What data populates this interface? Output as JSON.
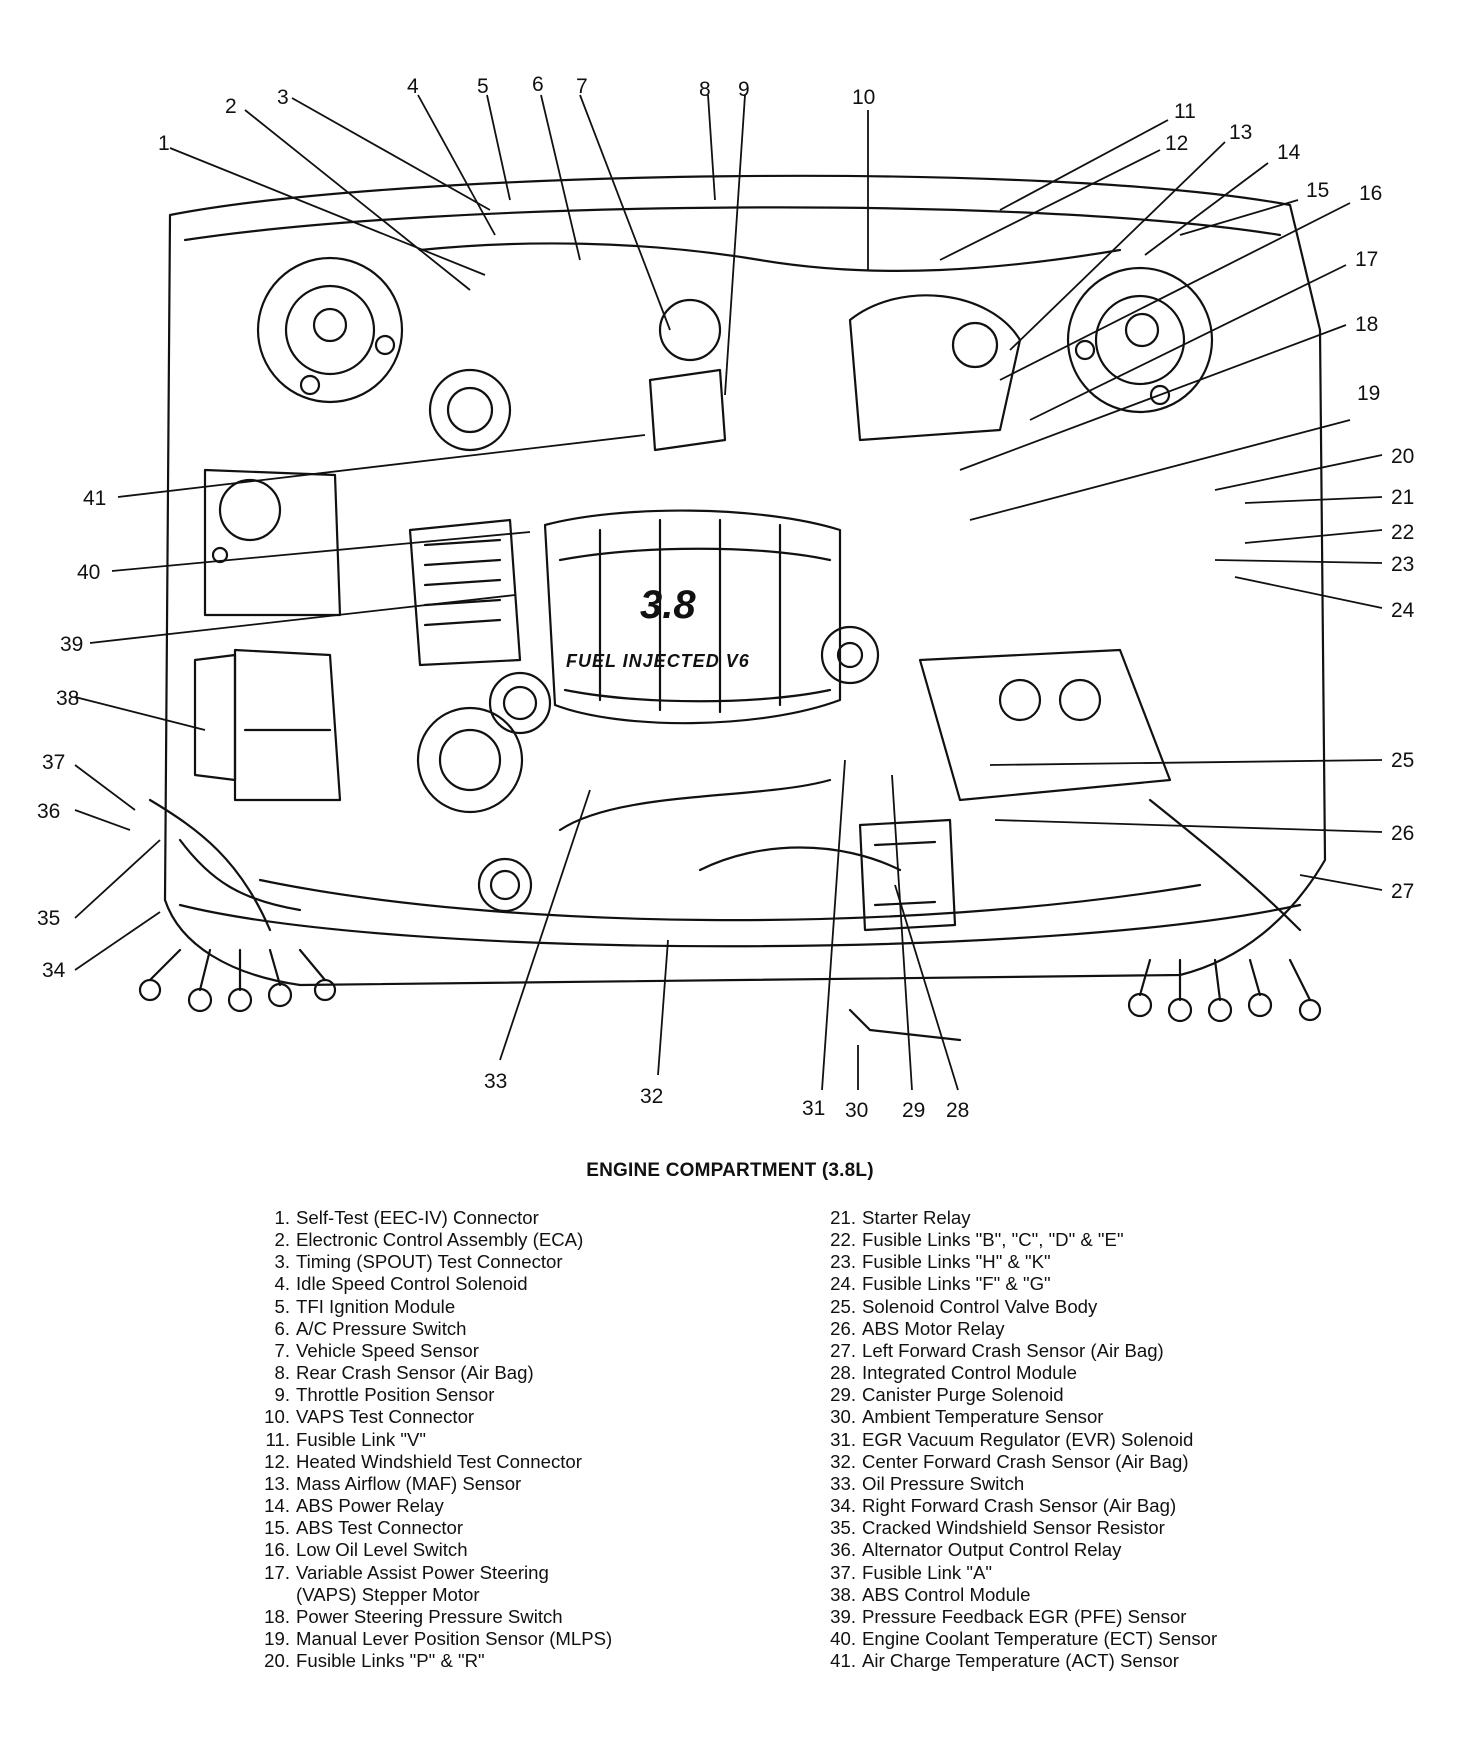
{
  "caption": "ENGINE COMPARTMENT (3.8L)",
  "engine_badges": {
    "displacement": "3.8",
    "fuel_label": "FUEL INJECTED V6"
  },
  "callouts": [
    "1",
    "2",
    "3",
    "4",
    "5",
    "6",
    "7",
    "8",
    "9",
    "10",
    "11",
    "12",
    "13",
    "14",
    "15",
    "16",
    "17",
    "18",
    "19",
    "20",
    "21",
    "22",
    "23",
    "24",
    "25",
    "26",
    "27",
    "28",
    "29",
    "30",
    "31",
    "32",
    "33",
    "34",
    "35",
    "36",
    "37",
    "38",
    "39",
    "40",
    "41"
  ],
  "legend_left": [
    {
      "num": "1.",
      "text": "Self-Test (EEC-IV) Connector"
    },
    {
      "num": "2.",
      "text": "Electronic Control Assembly (ECA)"
    },
    {
      "num": "3.",
      "text": "Timing (SPOUT) Test Connector"
    },
    {
      "num": "4.",
      "text": "Idle Speed Control Solenoid"
    },
    {
      "num": "5.",
      "text": "TFI Ignition Module"
    },
    {
      "num": "6.",
      "text": "A/C Pressure Switch"
    },
    {
      "num": "7.",
      "text": "Vehicle Speed Sensor"
    },
    {
      "num": "8.",
      "text": "Rear Crash Sensor (Air Bag)"
    },
    {
      "num": "9.",
      "text": "Throttle Position Sensor"
    },
    {
      "num": "10.",
      "text": "VAPS Test Connector"
    },
    {
      "num": "11.",
      "text": "Fusible Link \"V\""
    },
    {
      "num": "12.",
      "text": "Heated Windshield Test Connector"
    },
    {
      "num": "13.",
      "text": "Mass Airflow (MAF) Sensor"
    },
    {
      "num": "14.",
      "text": "ABS Power Relay"
    },
    {
      "num": "15.",
      "text": "ABS Test Connector"
    },
    {
      "num": "16.",
      "text": "Low Oil Level Switch"
    },
    {
      "num": "17.",
      "text": "Variable Assist Power Steering"
    },
    {
      "num": "",
      "text": "(VAPS) Stepper Motor"
    },
    {
      "num": "18.",
      "text": "Power Steering Pressure Switch"
    },
    {
      "num": "19.",
      "text": "Manual Lever Position Sensor (MLPS)"
    },
    {
      "num": "20.",
      "text": "Fusible Links \"P\" & \"R\""
    }
  ],
  "legend_right": [
    {
      "num": "21.",
      "text": "Starter Relay"
    },
    {
      "num": "22.",
      "text": "Fusible Links \"B\", \"C\", \"D\" & \"E\""
    },
    {
      "num": "23.",
      "text": "Fusible Links \"H\" & \"K\""
    },
    {
      "num": "24.",
      "text": "Fusible Links \"F\" & \"G\""
    },
    {
      "num": "25.",
      "text": "Solenoid Control Valve Body"
    },
    {
      "num": "26.",
      "text": "ABS Motor Relay"
    },
    {
      "num": "27.",
      "text": "Left Forward Crash Sensor (Air Bag)"
    },
    {
      "num": "28.",
      "text": "Integrated Control Module"
    },
    {
      "num": "29.",
      "text": "Canister Purge Solenoid"
    },
    {
      "num": "30.",
      "text": "Ambient Temperature Sensor"
    },
    {
      "num": "31.",
      "text": "EGR Vacuum Regulator (EVR) Solenoid"
    },
    {
      "num": "32.",
      "text": "Center Forward Crash Sensor (Air Bag)"
    },
    {
      "num": "33.",
      "text": "Oil Pressure Switch"
    },
    {
      "num": "34.",
      "text": "Right Forward Crash Sensor (Air Bag)"
    },
    {
      "num": "35.",
      "text": "Cracked Windshield Sensor Resistor"
    },
    {
      "num": "36.",
      "text": "Alternator Output Control Relay"
    },
    {
      "num": "37.",
      "text": "Fusible Link \"A\""
    },
    {
      "num": "38.",
      "text": "ABS Control Module"
    },
    {
      "num": "39.",
      "text": "Pressure Feedback EGR (PFE) Sensor"
    },
    {
      "num": "40.",
      "text": "Engine Coolant Temperature (ECT) Sensor"
    },
    {
      "num": "41.",
      "text": "Air Charge Temperature (ACT) Sensor"
    }
  ]
}
